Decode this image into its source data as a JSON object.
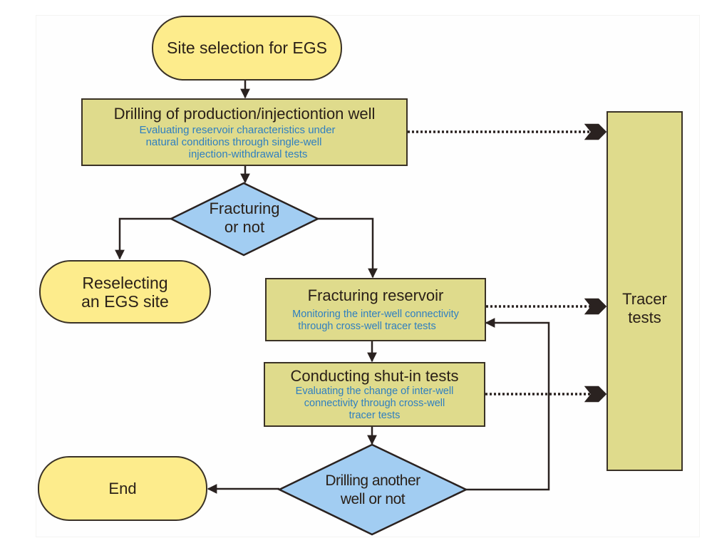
{
  "diagram": {
    "colors": {
      "terminal_fill": "#fdec8c",
      "process_fill": "#dfdb8c",
      "decision_fill": "#a2cdf2",
      "stroke": "#3a3226",
      "subtext": "#2f7fc0"
    },
    "nodes": {
      "site_selection": {
        "title": "Site selection for EGS"
      },
      "drilling": {
        "title": "Drilling of production/injectiontion well",
        "lines": [
          "Evaluating  reservoir characteristics  under",
          "natural conditions through single-well",
          "injection-withdrawal tests"
        ]
      },
      "fracturing_decision": {
        "lines": [
          "Fracturing",
          "or not"
        ]
      },
      "reselecting": {
        "lines": [
          "Reselecting",
          "an EGS site"
        ]
      },
      "fracturing_reservoir": {
        "title": "Fracturing reservoir",
        "lines": [
          "Monitoring the inter-well connectivity",
          "through cross-well tracer tests"
        ]
      },
      "shut_in": {
        "title": "Conducting shut-in tests",
        "lines": [
          "Evaluating the change of inter-well",
          "connectivity through cross-well",
          "tracer tests"
        ]
      },
      "drilling_decision": {
        "lines": [
          "Drilling another",
          "well or not"
        ]
      },
      "end": {
        "title": "End"
      },
      "tracer": {
        "lines": [
          "Tracer",
          "tests"
        ]
      }
    }
  }
}
